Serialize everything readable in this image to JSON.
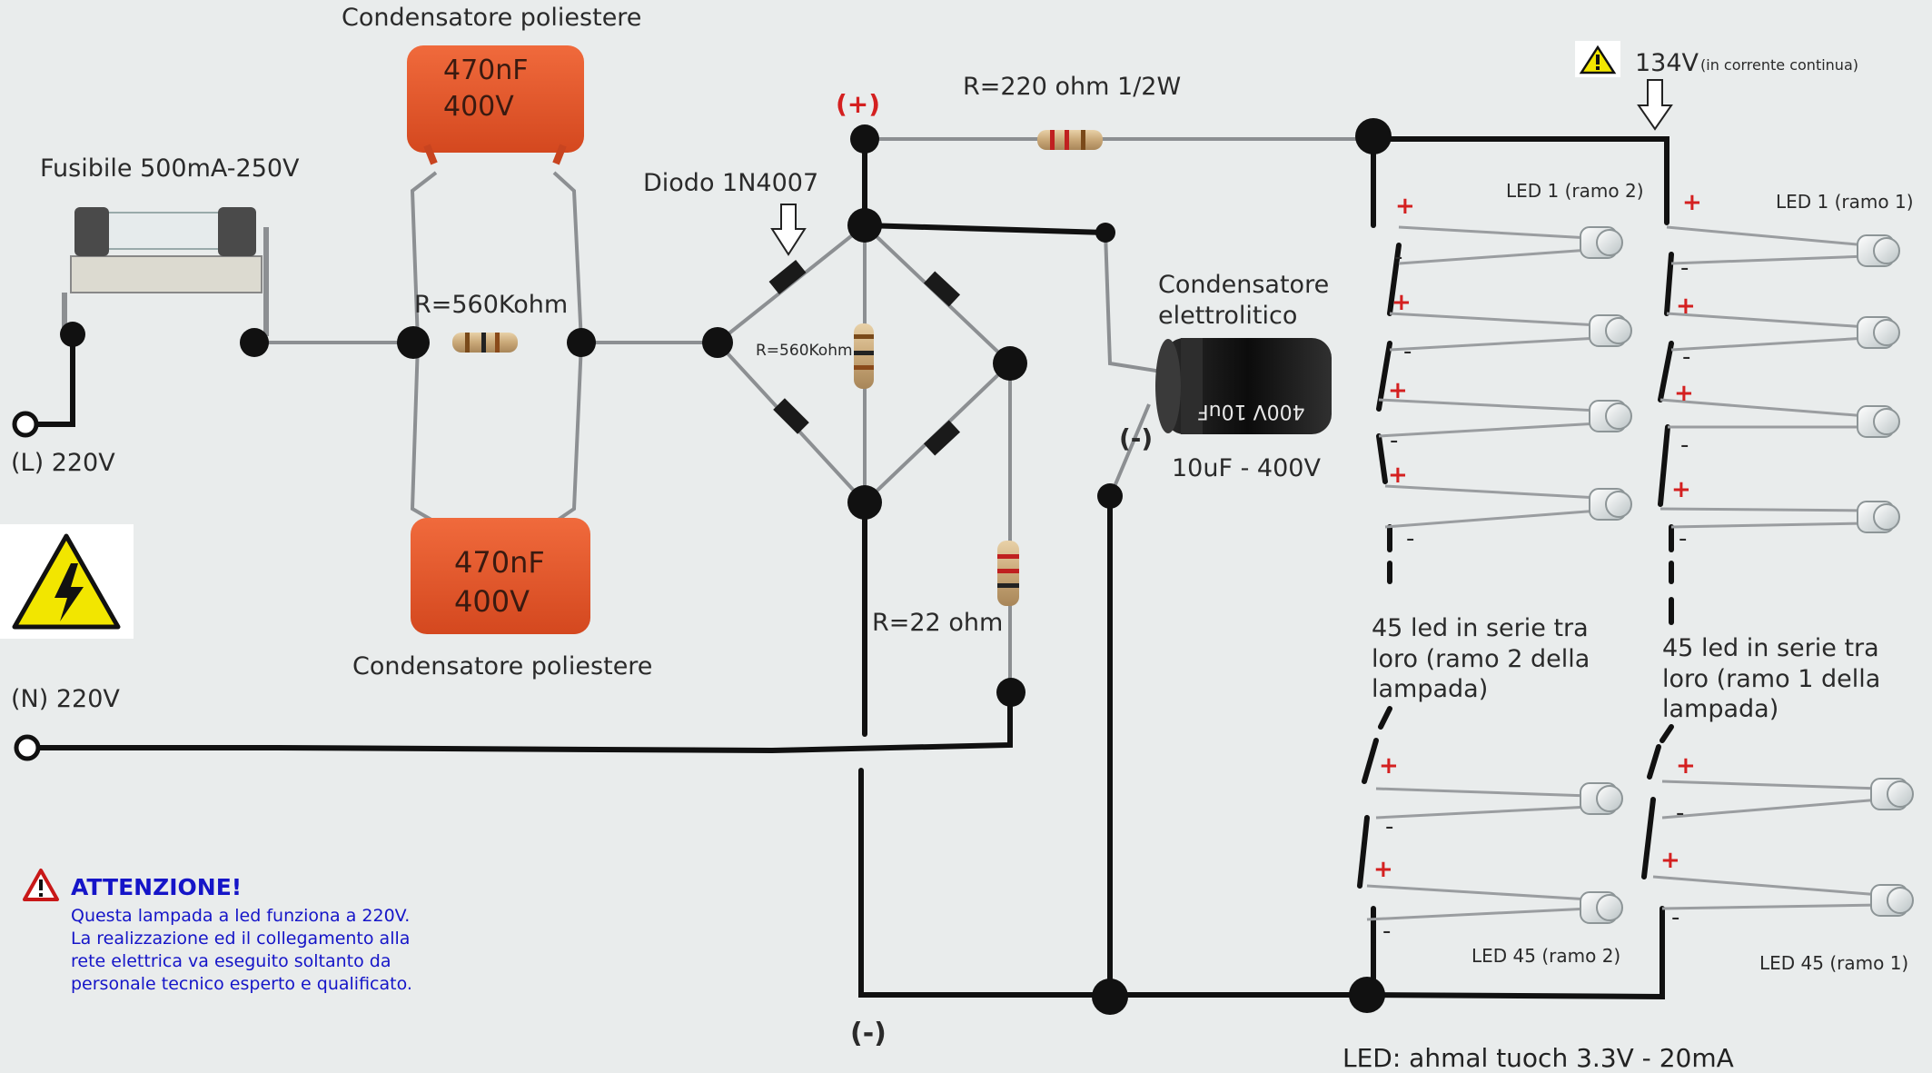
{
  "labels": {
    "cap_top": "Condensatore poliestere",
    "cap_top_value_1": "470nF",
    "cap_top_value_2": "400V",
    "cap_bottom": "Condensatore poliestere",
    "cap_bottom_value_1": "470nF",
    "cap_bottom_value_2": "400V",
    "fuse": "Fusibile 500mA-250V",
    "line_in": "(L) 220V",
    "neutral_in": "(N) 220V",
    "r560_top": "R=560Kohm",
    "r560_bridge": "R=560Kohm",
    "diode": "Diodo 1N4007",
    "plus_top": "(+)",
    "r220": "R=220 ohm 1/2W",
    "voltage": "134V",
    "voltage_note": "(in corrente continua)",
    "elec_cap_1": "Condensatore",
    "elec_cap_2": "elettrolitico",
    "elec_cap_value": "10uF - 400V",
    "elec_cap_body": "400V 10uF",
    "minus_cap": "(-)",
    "r22": "R=22 ohm",
    "minus_bottom": "(-)",
    "led1_b2": "LED 1 (ramo 2)",
    "led1_b1": "LED 1 (ramo 1)",
    "led45_b2": "LED 45 (ramo 2)",
    "led45_b1": "LED 45 (ramo 1)",
    "branch2_1": "45 led in serie tra",
    "branch2_2": "loro (ramo 2 della",
    "branch2_3": "lampada)",
    "branch1_1": "45 led in serie tra",
    "branch1_2": "loro (ramo 1 della",
    "branch1_3": "lampada)",
    "plus_sign": "+",
    "minus_sign": "-",
    "bottom_cut": "LED: ahmal tuoch 3.3V - 20mA"
  },
  "warning": {
    "title": "ATTENZIONE!",
    "lines": [
      "Questa lampada a led funziona a 220V.",
      "La realizzazione ed il collegamento alla",
      "rete elettrica va eseguito soltanto da",
      "personale tecnico esperto e qualificato."
    ]
  },
  "colors": {
    "background": "#e9ecec",
    "wire": "#111111",
    "capacitor": "#e2552c",
    "plus_red": "#d42020",
    "warning_blue": "#1515c8",
    "hazard_yellow": "#f2e600"
  }
}
